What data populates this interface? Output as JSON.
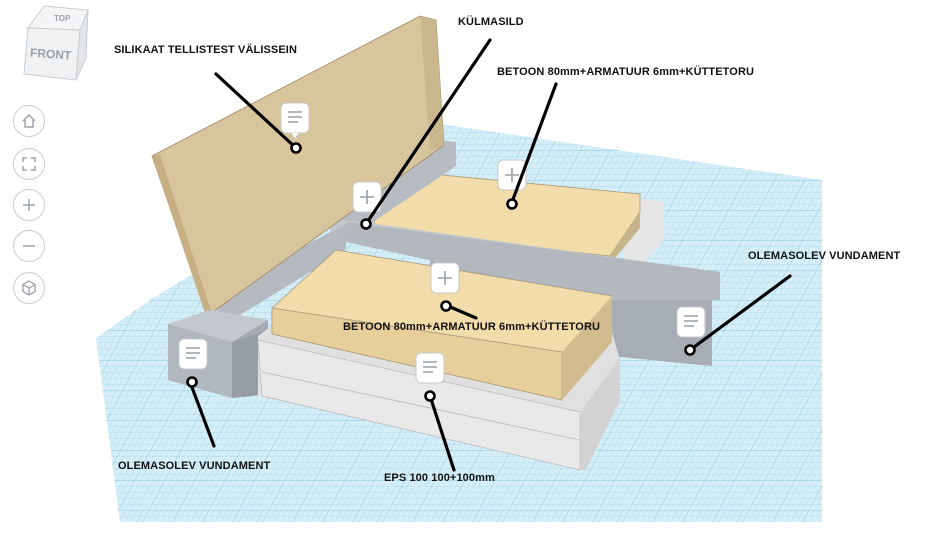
{
  "view_cube": {
    "top_label": "TOP",
    "front_label": "FRONT"
  },
  "nav_controls": [
    {
      "name": "home-view-button",
      "icon": "home-icon"
    },
    {
      "name": "fit-view-button",
      "icon": "fit-view-icon"
    },
    {
      "name": "zoom-in-button",
      "icon": "plus-icon"
    },
    {
      "name": "zoom-out-button",
      "icon": "minus-icon"
    },
    {
      "name": "perspective-button",
      "icon": "cube-icon"
    }
  ],
  "labels": {
    "wall": "SILIKAAT TELLISTEST VÄLISSEIN",
    "cold_bridge": "KÜLMASILD",
    "slab_back": "BETOON 80mm+ARMATUUR 6mm+KÜTTETORU",
    "slab_front": "BETOON 80mm+ARMATUUR 6mm+KÜTTETORU",
    "foundation_right": "OLEMASOLEV VUNDAMENT",
    "foundation_left": "OLEMASOLEV VUNDAMENT",
    "insulation": "EPS 100 100+100mm"
  },
  "colors": {
    "grid_bg": "#cfeaf6",
    "grid_line": "#8ccbe8",
    "wall": "#d6c29a",
    "concrete_slab": "#f0dcae",
    "foundation": "#b8bdc4",
    "insulation": "#ececec"
  }
}
